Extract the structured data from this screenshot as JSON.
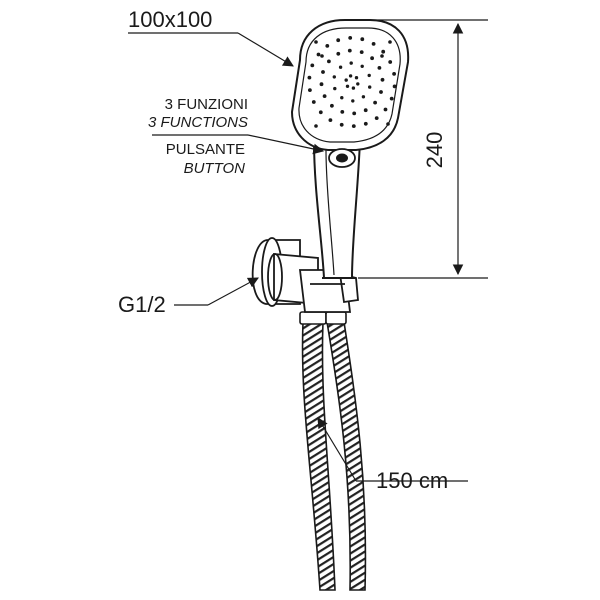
{
  "labels": {
    "head_size": "100x100",
    "functions_it": "3 FUNZIONI",
    "functions_en": "3 FUNCTIONS",
    "button_it": "PULSANTE",
    "button_en": "BUTTON",
    "height_dim": "240",
    "thread": "G1/2",
    "hose_length": "150 cm"
  },
  "colors": {
    "line": "#1a1a1a",
    "background": "#ffffff"
  }
}
